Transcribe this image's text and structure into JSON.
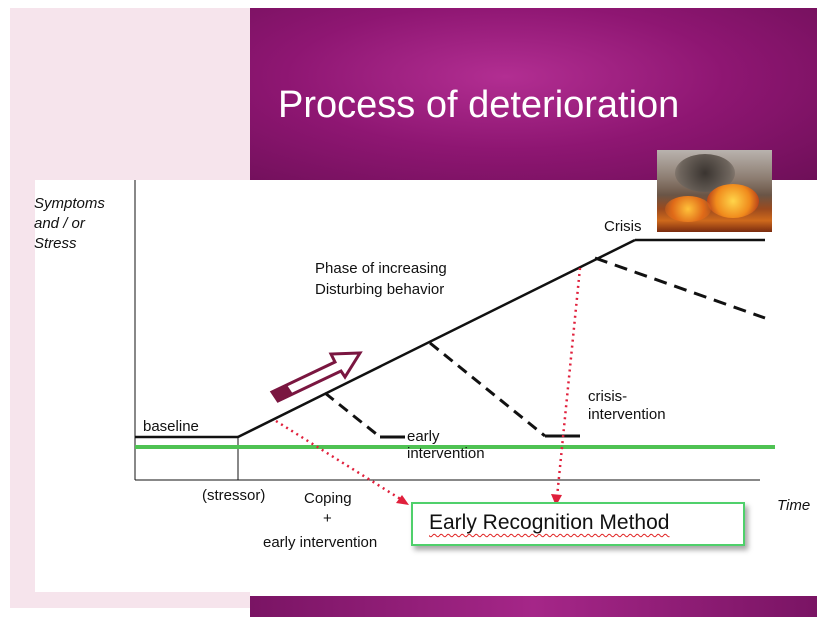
{
  "slide": {
    "title": "Process of deterioration"
  },
  "diagram": {
    "y_axis_label": [
      "Symptoms",
      "and / or",
      "Stress"
    ],
    "x_axis_label": "Time",
    "labels": {
      "baseline": "baseline",
      "stressor": "(stressor)",
      "phase": [
        "Phase of increasing",
        "Disturbing behavior"
      ],
      "crisis": "Crisis",
      "early_intervention": [
        "early",
        "intervention"
      ],
      "crisis_intervention": [
        "crisis-",
        "intervention"
      ],
      "coping": [
        "Coping",
        "+",
        "early intervention"
      ]
    },
    "early_recognition_method": "Early Recognition Method",
    "image_icon": "fire-photo",
    "colors": {
      "purple": "#8e1672",
      "green_line": "#4fc253",
      "red_dotted": "#e0203c",
      "arrow_outline": "#7a1640"
    }
  }
}
